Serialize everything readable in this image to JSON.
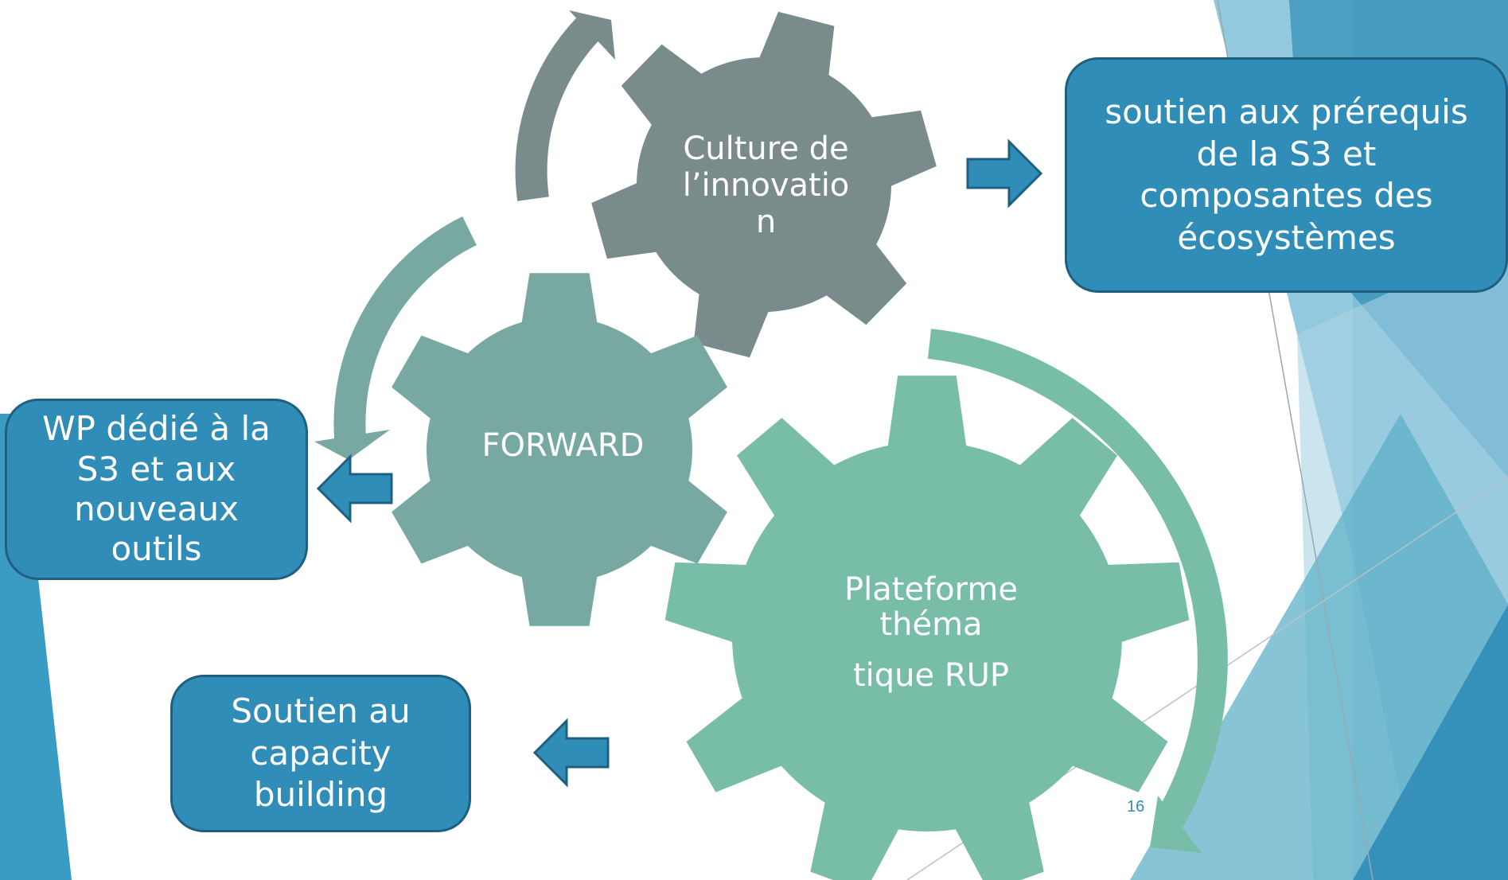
{
  "slide_number": "16",
  "gears": {
    "culture": {
      "line1": "Culture de",
      "line2": "l’innovatio",
      "line3": "n"
    },
    "forward": {
      "label": "FORWARD"
    },
    "plateforme": {
      "line1": "Plateforme",
      "line2": "théma",
      "line3": "tique RUP"
    }
  },
  "boxes": {
    "s3_prereq": {
      "text": "soutien aux prérequis de la S3 et composantes des écosystèmes"
    },
    "wp_s3": {
      "text": "WP dédié à la S3 et aux nouveaux outils"
    },
    "capacity": {
      "text": "Soutien au capacity building"
    }
  },
  "colors": {
    "gear_culture": "#7a8b8b",
    "gear_forward": "#77a9a2",
    "gear_plateforme": "#77bda8",
    "box_fill": "#2f8db7",
    "box_border": "#1f5f80",
    "background_accent": "#3a9cc2"
  }
}
